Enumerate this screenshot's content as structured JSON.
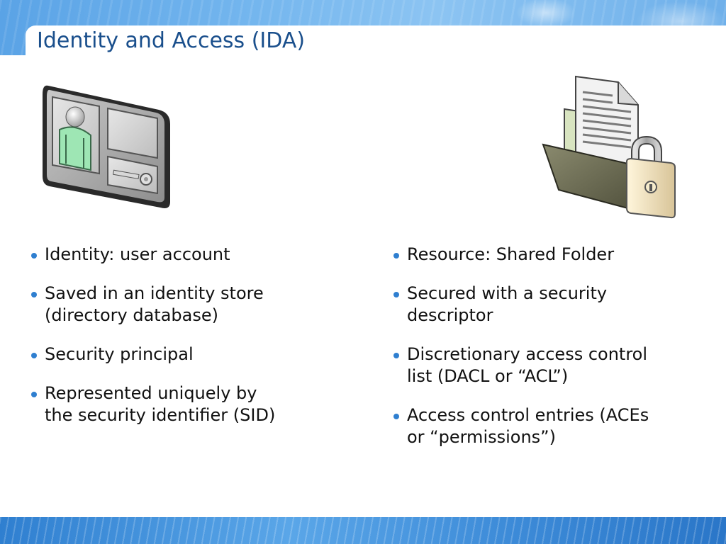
{
  "slide": {
    "title": "Identity and Access (IDA)"
  },
  "illustrations": {
    "left": "id-card-icon",
    "right": "locked-shared-folder-icon"
  },
  "left_bullets": [
    {
      "lines": [
        "Identity: user account"
      ]
    },
    {
      "lines": [
        "Saved in an identity store",
        "(directory database)"
      ]
    },
    {
      "lines": [
        "Security principal"
      ]
    },
    {
      "lines": [
        "Represented uniquely by",
        "the security identifier (SID)"
      ]
    }
  ],
  "right_bullets": [
    {
      "lines": [
        "Resource: Shared Folder"
      ]
    },
    {
      "lines": [
        "Secured with a security",
        "descriptor"
      ]
    },
    {
      "lines": [
        "Discretionary access control",
        "list (DACL or “ACL”)"
      ]
    },
    {
      "lines": [
        "Access control entries (ACEs",
        "or “permissions”)"
      ]
    }
  ],
  "colors": {
    "title": "#1a4f8c",
    "bullet": "#2f7fd0",
    "header": "#6fb0ea",
    "footer": "#2f7fd0"
  }
}
